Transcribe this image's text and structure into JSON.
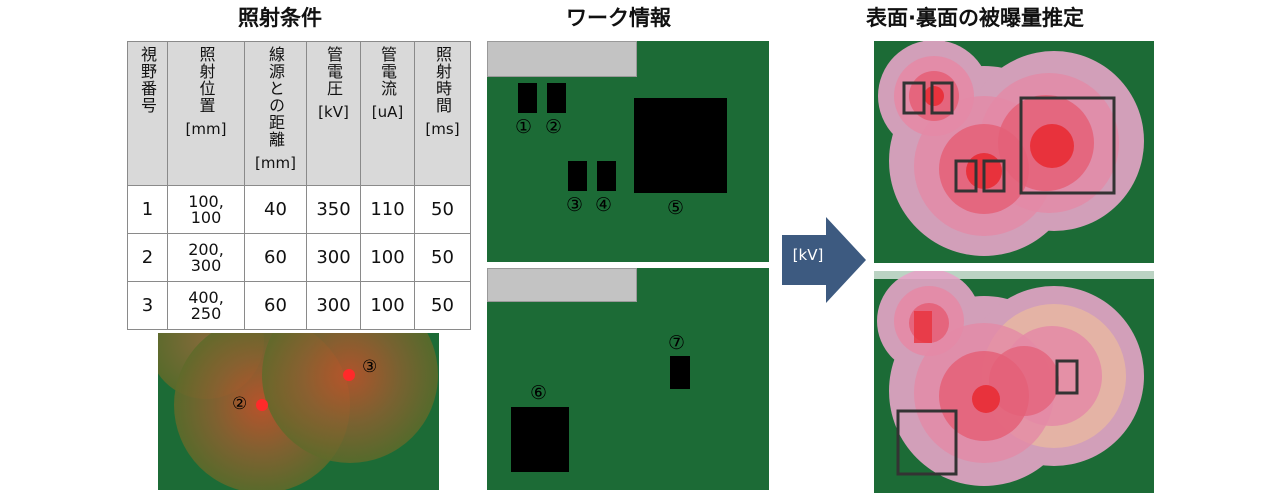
{
  "titles": {
    "conditions": "照射条件",
    "work": "ワーク情報",
    "estimate": "表面·裏面の被曝量推定"
  },
  "table": {
    "headers": [
      {
        "text": "視野番号",
        "unit": ""
      },
      {
        "text": "照射位置",
        "unit": "[mm]"
      },
      {
        "text": "線源との距離",
        "unit": "[mm]"
      },
      {
        "text": "管電圧",
        "unit": "[kV]"
      },
      {
        "text": "管電流",
        "unit": "[uA]"
      },
      {
        "text": "照射時間",
        "unit": "[ms]"
      }
    ],
    "rows": [
      {
        "no": "1",
        "pos_a": "100,",
        "pos_b": "100",
        "dist": "40",
        "kv": "350",
        "ua": "110",
        "ms": "50"
      },
      {
        "no": "2",
        "pos_a": "200,",
        "pos_b": "300",
        "dist": "60",
        "kv": "300",
        "ua": "100",
        "ms": "50"
      },
      {
        "no": "3",
        "pos_a": "400,",
        "pos_b": "250",
        "dist": "60",
        "kv": "300",
        "ua": "100",
        "ms": "50"
      }
    ]
  },
  "fov_markers": {
    "m2": "②",
    "m3": "③"
  },
  "components": {
    "c1": "①",
    "c2": "②",
    "c3": "③",
    "c4": "④",
    "c5": "⑤",
    "c6": "⑥",
    "c7": "⑦"
  },
  "arrow_label": "[kV]",
  "colors": {
    "board_green": "#1c6b36",
    "dose_pink": "#e6a5c8",
    "dose_red": "#e8323c",
    "arrow_blue": "#3d5a80"
  }
}
